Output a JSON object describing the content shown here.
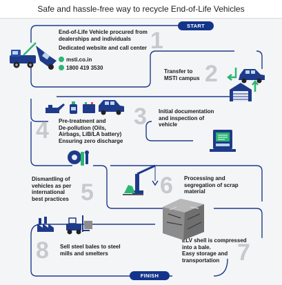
{
  "header": {
    "title": "Safe and hassle-free way to recycle End-of-Life Vehicles"
  },
  "labels": {
    "start": "START",
    "finish": "FINISH"
  },
  "steps": [
    {
      "number": "1",
      "lines": [
        "End-of-Life Vehicle procured from",
        "dealerships and individuals"
      ],
      "extra": "Dedicated website and call center"
    },
    {
      "number": "2",
      "lines": [
        "Transfer to",
        "MSTI campus"
      ]
    },
    {
      "number": "3",
      "lines": [
        "Initial documentation",
        "and inspection of",
        "vehicle"
      ]
    },
    {
      "number": "4",
      "lines": [
        "Pre-treatment and",
        "De-pollution (Oils,",
        "Airbags, LiB/LA battery)",
        "Ensuring zero discharge"
      ]
    },
    {
      "number": "5",
      "lines": [
        "Dismantling of",
        "vehicles as per",
        "international",
        "best practices"
      ]
    },
    {
      "number": "6",
      "lines": [
        "Processing and",
        "segregation of scrap",
        "material"
      ]
    },
    {
      "number": "7",
      "lines": [
        "ELV shell is compressed",
        "into a bale.",
        "Easy storage and",
        "transportation"
      ]
    },
    {
      "number": "8",
      "lines": [
        "Sell steel bales to steel",
        "mills and smelters"
      ]
    }
  ],
  "contact": {
    "website": "msti.co.in",
    "phone": "1800 419 3530"
  },
  "colors": {
    "path": "#1e3a8a",
    "pill": "#13348a",
    "green": "#2bb673",
    "number": "#c7c9cc"
  }
}
